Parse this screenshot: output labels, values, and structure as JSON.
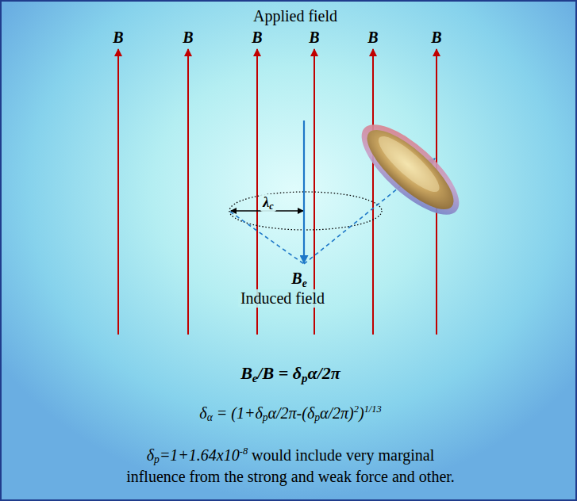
{
  "diagram": {
    "labels": [
      "Applied field",
      "B",
      "B",
      "B",
      "B",
      "B",
      "B",
      "λ",
      "c",
      "B",
      "e",
      "Induced field",
      "B",
      "e",
      "/B = δ",
      "p",
      "α/2π",
      "δ",
      "α",
      " = (1+δ",
      "p",
      "α/2π-(δ",
      "p",
      "α/2π)",
      "2",
      ")",
      "1/13",
      "δ",
      "p",
      "=1+1.64x10",
      "-8",
      " would include very marginal",
      "influence from the strong and weak force and other."
    ]
  }
}
